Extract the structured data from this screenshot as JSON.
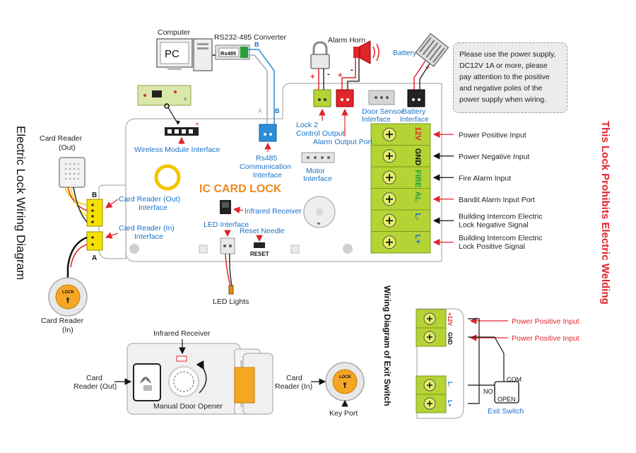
{
  "titles": {
    "left_title": "Electric Lock Wiring Diagram",
    "right_title": "This Lock Prohibits Electric Welding",
    "exit_title": "Wiring Diagram of Exit Switch",
    "board_title": "IC CARD  LOCK"
  },
  "note": "Please use the power supply, DC12V 1A or more, please pay attention to the positive and negative poles of the power supply when wiring.",
  "labels": {
    "computer": "Computer",
    "pc": "PC",
    "converter": "RS232-485 Converter",
    "rs485_chip": "Rs485",
    "alarm_horn": "Alarm Horn",
    "battery": "Battery",
    "wireless_module": "Wireless Module Interface",
    "rs485_comm_1": "Rs485",
    "rs485_comm_2": "Communication",
    "rs485_comm_3": "Interface",
    "lock2_1": "Lock 2",
    "lock2_2": "Control Output",
    "alarm_output": "Alarm Output Port",
    "door_sensor_1": "Door Sensor",
    "door_sensor_2": "Interface",
    "battery_if_1": "Battery",
    "battery_if_2": "Interface",
    "motor_1": "Motor",
    "motor_2": "Interface",
    "card_reader_out_top_1": "Card Reader",
    "card_reader_out_top_2": "(Out)",
    "cr_out_if_1": "Card Reader (Out)",
    "cr_out_if_2": "Interface",
    "cr_in_if_1": "Card Reader (In)",
    "cr_in_if_2": "Interface",
    "infrared_receiver": "Infrared Receiver",
    "led_interface": "LED Interface",
    "reset_needle": "Reset Needle",
    "reset": "RESET",
    "led_lights": "LED Lights",
    "card_reader_in_1": "Card Reader",
    "card_reader_in_2": "(In)",
    "lock_text": "LOCK",
    "conn_b": "B",
    "conn_a": "A",
    "wire_a": "A",
    "wire_b": "B",
    "wire_b2": "B",
    "plus": "+",
    "minus": "-",
    "infrared_receiver_2": "Infrared Receiver",
    "bottom_cr_out_1": "Card",
    "bottom_cr_out_2": "Reader (Out)",
    "bottom_cr_in_1": "Card",
    "bottom_cr_in_2": "Reader (In)",
    "manual_opener": "Manual Door Opener",
    "key_port": "Key Port"
  },
  "terminals": [
    {
      "code": "12V",
      "color": "#e0252b",
      "desc": "Power Positive Input",
      "arrow": "#e0252b"
    },
    {
      "code": "GND",
      "color": "#111111",
      "desc": "Power Negative Input",
      "arrow": "#111111"
    },
    {
      "code": "FIRE",
      "color": "#1d9e3a",
      "desc": "Fire Alarm Input",
      "arrow": "#111111"
    },
    {
      "code": "AL",
      "color": "#1d9e3a",
      "desc": "Bandit Alarm Input Port",
      "arrow": "#e0252b"
    },
    {
      "code": "L-",
      "color": "#1a73c8",
      "desc": "Building Intercom Electric Lock Negative Signal",
      "desc1": "Building Intercom Electric",
      "desc2": "Lock Negative Signal",
      "arrow": "#111111"
    },
    {
      "code": "L+",
      "color": "#1a73c8",
      "desc": "Building Intercom Electric Lock Positive Signal",
      "desc1": "Building Intercom Electric",
      "desc2": "Lock Positive Signal",
      "arrow": "#e0252b"
    }
  ],
  "exit": {
    "t_12v": "+12V",
    "t_gnd": "GND",
    "t_lminus": "L-",
    "t_lplus": "L+",
    "pwr_pos_1": "Power Positive Input",
    "pwr_pos_2": "Power Positive Input",
    "com": "COM",
    "no": "NO",
    "open": "OPEN",
    "exit_switch": "Exit Switch"
  },
  "colors": {
    "red": "#e0252b",
    "blue": "#1a73c8",
    "green": "#1d9e3a",
    "orange": "#f08a1c",
    "terminal_green": "#b5d334",
    "yellow": "#f5e100"
  }
}
